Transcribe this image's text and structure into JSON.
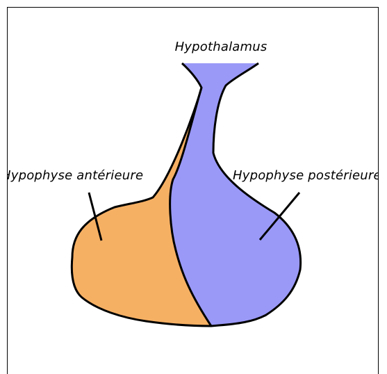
{
  "labels": {
    "hypothalamus": "Hypothalamus",
    "anterior": "Hypophyse antérieure",
    "posterior": "Hypophyse postérieure"
  },
  "colors": {
    "anterior_fill": "#f6b063",
    "posterior_fill": "#9a99f8",
    "outline": "#000000",
    "background": "#ffffff"
  }
}
